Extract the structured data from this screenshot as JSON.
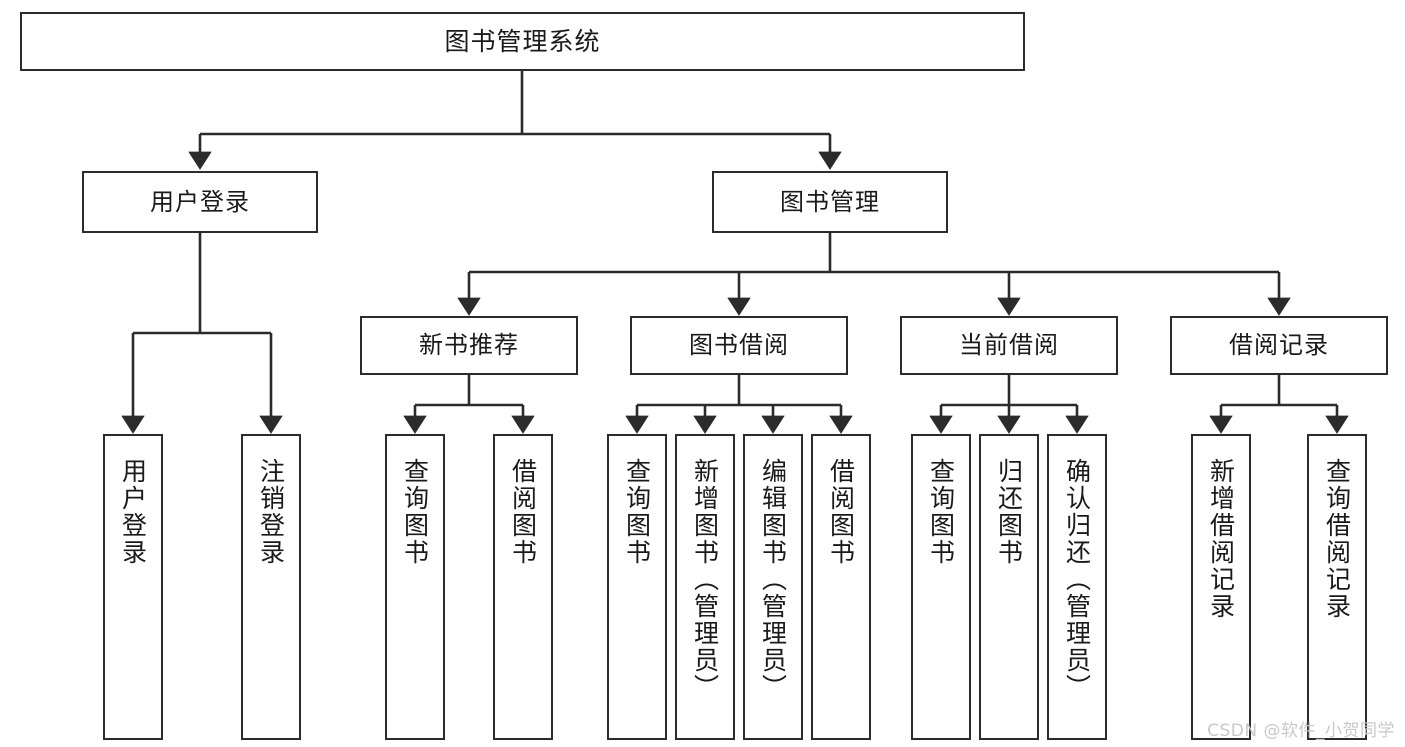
{
  "diagram": {
    "kind": "functional-structure-tree",
    "title": "图书管理系统",
    "watermark": "CSDN @软件_小贺同学",
    "colors": {
      "box_border": "#2b2b2b",
      "box_fill": "#ffffff",
      "connector": "#2b2b2b",
      "text": "#1a1a1a",
      "watermark": "#c9c9c9",
      "background": "#ffffff"
    },
    "root": {
      "label": "图书管理系统"
    },
    "level2": [
      {
        "id": "user-login",
        "label": "用户登录"
      },
      {
        "id": "book-manage",
        "label": "图书管理"
      }
    ],
    "level3": [
      {
        "id": "new-book-recommend",
        "label": "新书推荐",
        "parent": "book-manage"
      },
      {
        "id": "book-borrow",
        "label": "图书借阅",
        "parent": "book-manage"
      },
      {
        "id": "current-borrow",
        "label": "当前借阅",
        "parent": "book-manage"
      },
      {
        "id": "borrow-record",
        "label": "借阅记录",
        "parent": "book-manage"
      }
    ],
    "leaves": [
      {
        "id": "leaf-user-login",
        "label": "用户登录",
        "parent": "user-login"
      },
      {
        "id": "leaf-user-logout",
        "label": "注销登录",
        "parent": "user-login"
      },
      {
        "id": "leaf-rec-query-book",
        "label": "查询图书",
        "parent": "new-book-recommend"
      },
      {
        "id": "leaf-rec-borrow-book",
        "label": "借阅图书",
        "parent": "new-book-recommend"
      },
      {
        "id": "leaf-borrow-query-book",
        "label": "查询图书",
        "parent": "book-borrow"
      },
      {
        "id": "leaf-borrow-add-book",
        "label": "新增图书（管理员）",
        "parent": "book-borrow"
      },
      {
        "id": "leaf-borrow-edit-book",
        "label": "编辑图书（管理员）",
        "parent": "book-borrow"
      },
      {
        "id": "leaf-borrow-borrow-book",
        "label": "借阅图书",
        "parent": "book-borrow"
      },
      {
        "id": "leaf-current-query-book",
        "label": "查询图书",
        "parent": "current-borrow"
      },
      {
        "id": "leaf-current-return-book",
        "label": "归还图书",
        "parent": "current-borrow"
      },
      {
        "id": "leaf-current-confirm-return",
        "label": "确认归还（管理员）",
        "parent": "current-borrow"
      },
      {
        "id": "leaf-record-add",
        "label": "新增借阅记录",
        "parent": "borrow-record"
      },
      {
        "id": "leaf-record-query",
        "label": "查询借阅记录",
        "parent": "borrow-record"
      }
    ]
  }
}
